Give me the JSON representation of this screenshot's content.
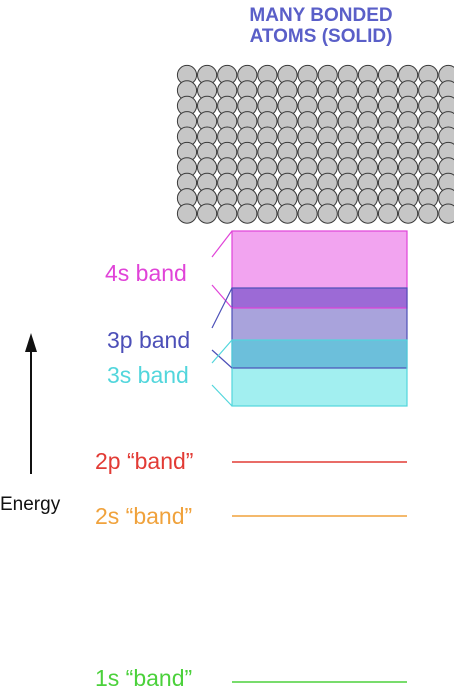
{
  "title": {
    "line1": "MANY BONDED",
    "line2": "ATOMS (SOLID)"
  },
  "atoms": {
    "rows": 10,
    "cols": 14,
    "fill": "#c6c6c6",
    "stroke": "#3b3b3b"
  },
  "axis": {
    "label": "Energy"
  },
  "bands": {
    "b4s": {
      "label": "4s band",
      "color": "#e043d8",
      "fill": "#f2a4f0"
    },
    "b3p": {
      "label": "3p band",
      "color": "#4c4fb8",
      "fill": "#a9a3dc"
    },
    "b3s": {
      "label": "3s band",
      "color": "#52d6dc",
      "fill": "#a2eff0"
    },
    "overlap_4s_3p": {
      "fill": "#9c6ad6"
    },
    "overlap_3p_3s": {
      "fill": "#6cbfdb"
    }
  },
  "levels": {
    "l2p": {
      "label": "2p “band”",
      "color": "#e23b35"
    },
    "l2s": {
      "label": "2s “band”",
      "color": "#f0a23c"
    },
    "l1s": {
      "label": "1s “band”",
      "color": "#4bd13b"
    }
  }
}
